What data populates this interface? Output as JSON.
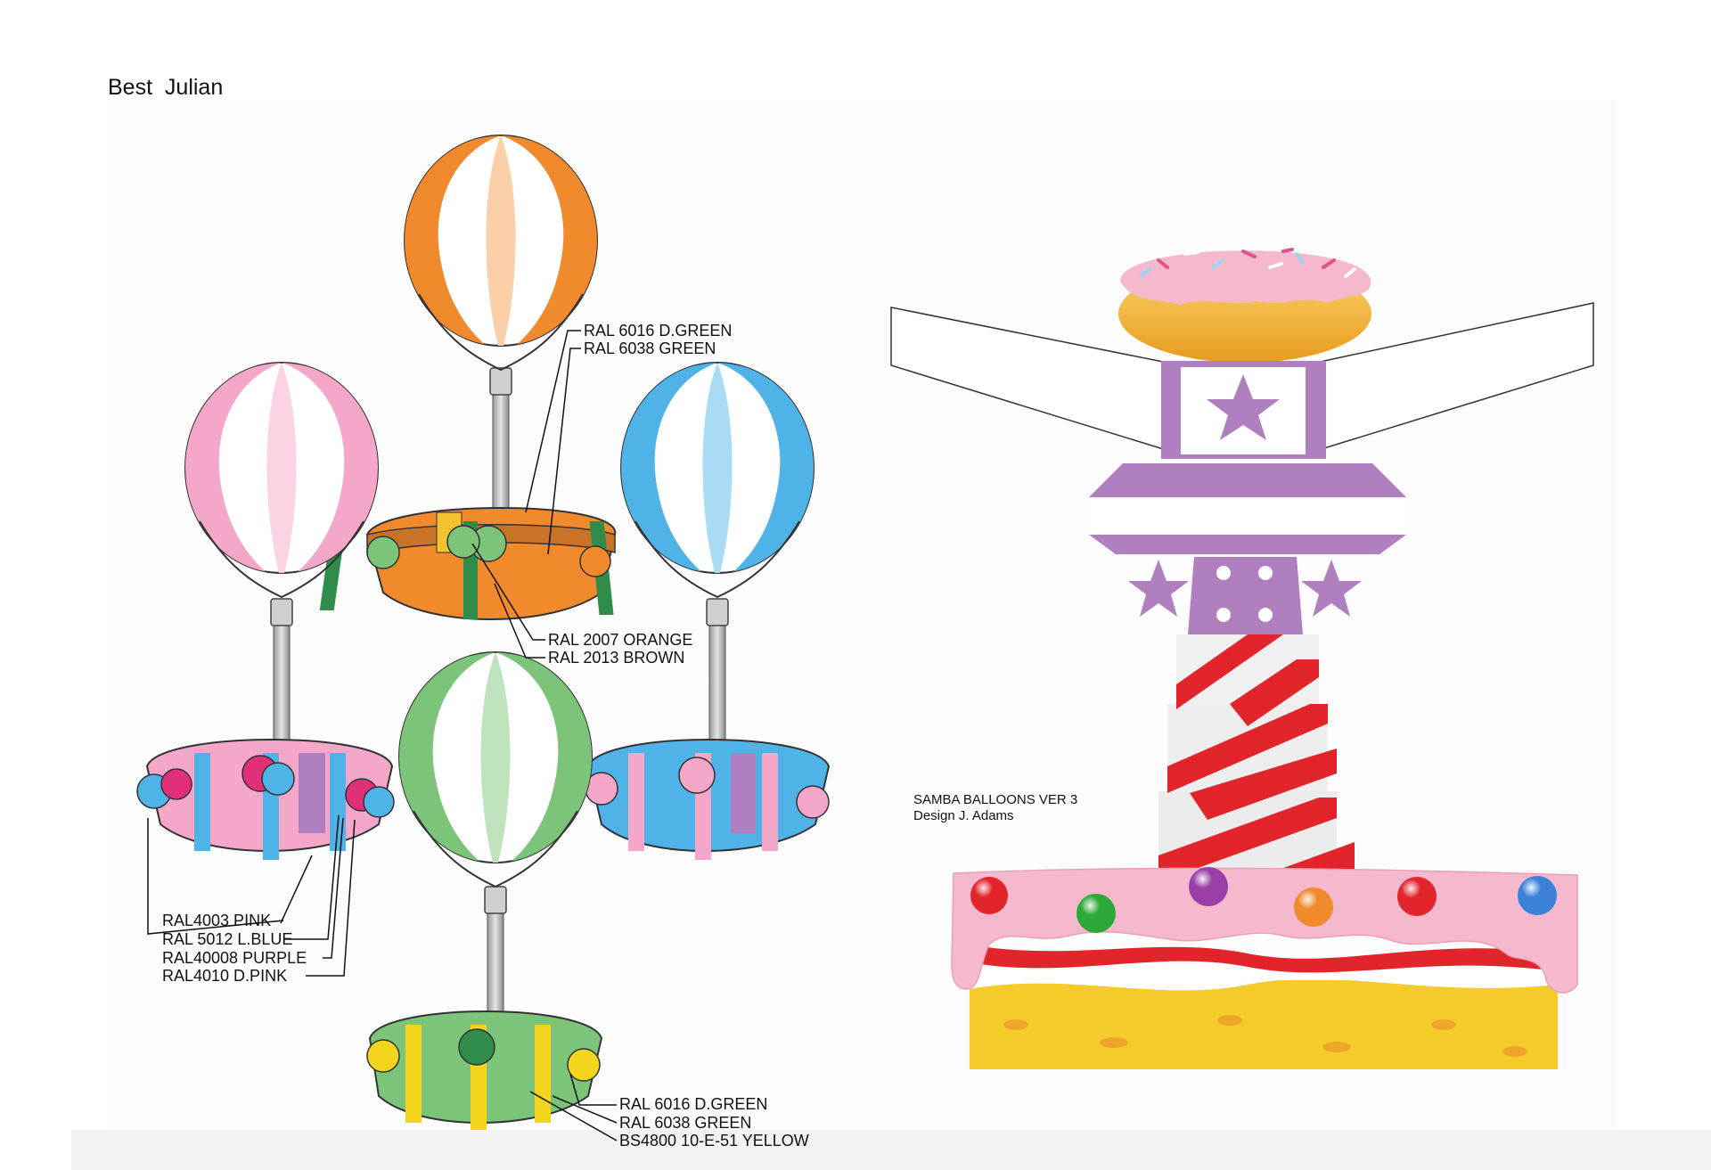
{
  "heading": "Best  Julian",
  "orange_callouts": [
    "RAL 6016 D.GREEN",
    "RAL 6038 GREEN",
    "RAL 2007 ORANGE",
    "RAL 2013 BROWN"
  ],
  "pink_callouts": [
    "RAL4003 PINK",
    "RAL 5012 L.BLUE",
    "RAL40008 PURPLE",
    "RAL4010 D.PINK"
  ],
  "green_callouts": [
    "RAL 6016 D.GREEN",
    "RAL 6038 GREEN",
    "BS4800 10-E-51 YELLOW"
  ],
  "design": {
    "title": "SAMBA BALLOONS VER 3",
    "designer": "Design J. Adams"
  },
  "colors": {
    "orange": "#f08a2c",
    "pink": "#f4a7c9",
    "blue": "#4fb3e8",
    "green": "#7cc47a",
    "lilac": "#b07fbf",
    "candy_red": "#e2252b",
    "frosting": "#f5b8cc",
    "cake": "#f5cb2c"
  },
  "icons": [
    "balloon-illustration",
    "gondola-illustration",
    "donut-illustration",
    "star-icon",
    "candy-stripe-pole",
    "cake-base-illustration"
  ]
}
